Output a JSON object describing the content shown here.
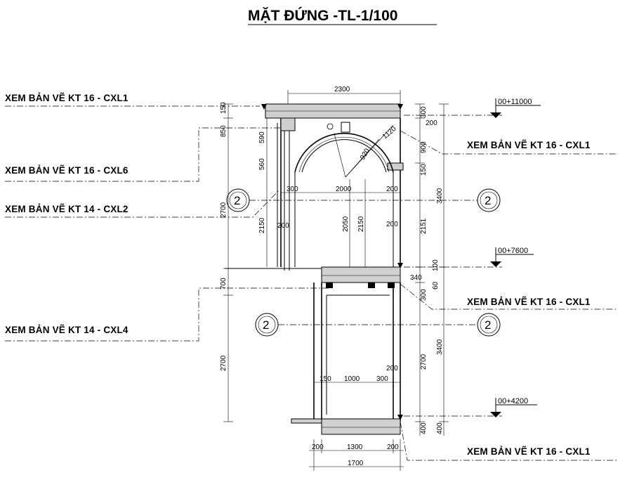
{
  "title": "MẶT ĐỨNG -TL-1/100",
  "references": {
    "left": [
      "XEM BẢN VẼ KT 16 - CXL1",
      "XEM BẢN VẼ KT 16 - CXL6",
      "XEM BẢN VẼ KT 14 - CXL2",
      "XEM BẢN VẼ KT 14 - CXL4"
    ],
    "right": [
      "XEM BẢN VẼ KT 16 - CXL1",
      "XEM BẢN VẼ KT 16 - CXL1",
      "XEM BẢN VẼ KT 16 - CXL1"
    ]
  },
  "elevations": [
    "00+11000",
    "00+7600",
    "00+4200"
  ],
  "grid_label": "2",
  "dimensions": {
    "top_width": "2300",
    "bottom_inner": [
      "200",
      "1300",
      "200"
    ],
    "bottom_total": "1700",
    "upper_inner": [
      "300",
      "2000",
      "200"
    ],
    "lower_inner": [
      "150",
      "1000",
      "300"
    ],
    "radius_1": "1120",
    "radius_2": "920",
    "left_outer": [
      "150",
      "850",
      "2700",
      "700",
      "2700"
    ],
    "left_inner": [
      "590",
      "560",
      "2150"
    ],
    "left_small": "200",
    "center_heights": [
      "2050",
      "2150"
    ],
    "inner_right": [
      "200",
      "200"
    ],
    "right_col1": [
      "300",
      "200",
      "900",
      "150",
      "2151",
      "100",
      "60",
      "300",
      "2700",
      "400"
    ],
    "right_col2": [
      "3400",
      "3400",
      "400"
    ],
    "side_340": "340",
    "lower_small": [
      "200",
      "200"
    ]
  }
}
